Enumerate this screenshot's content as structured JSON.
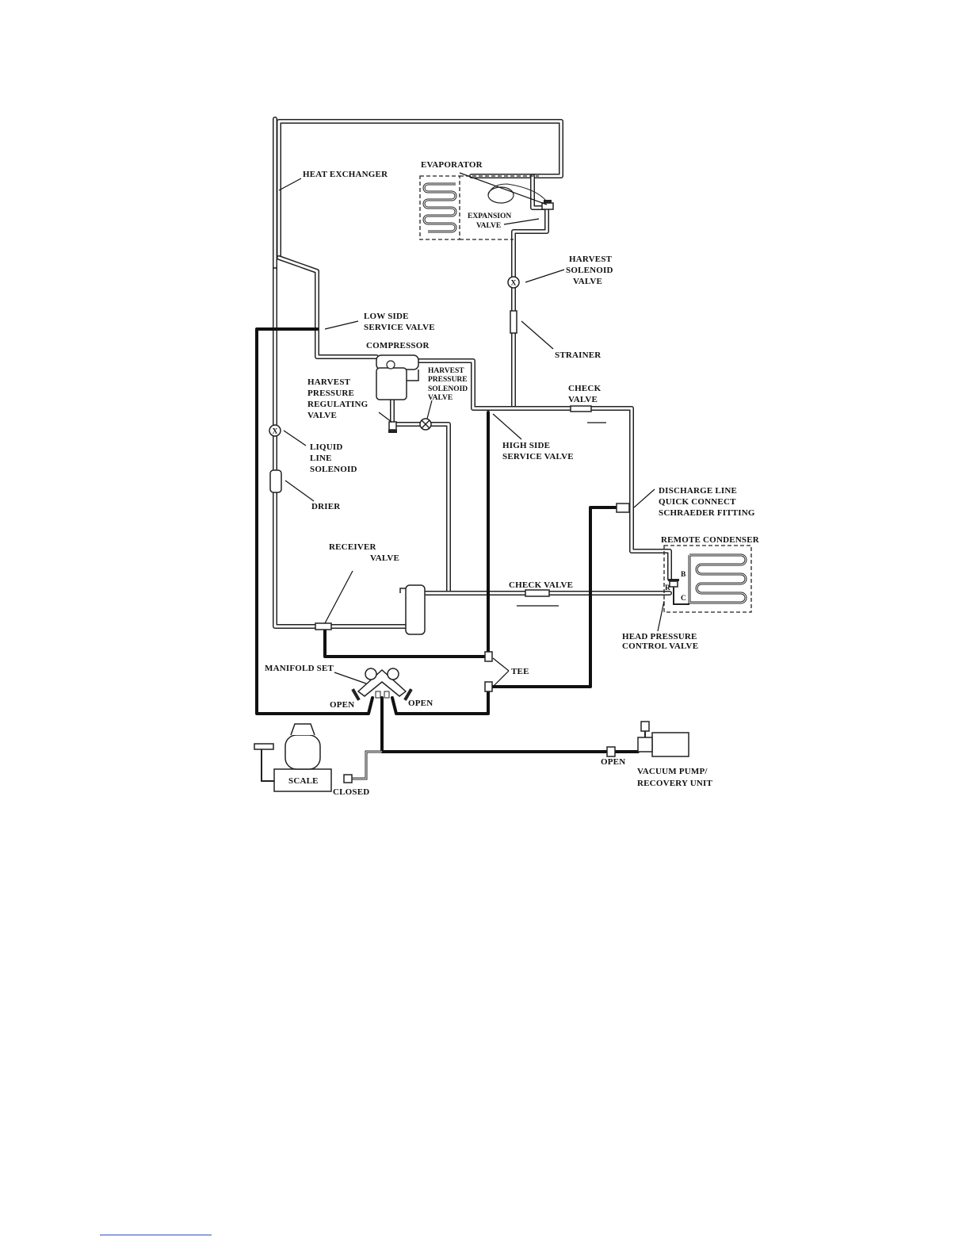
{
  "labels": {
    "heat_exchanger": "HEAT EXCHANGER",
    "evaporator": "EVAPORATOR",
    "expansion_valve_1": "EXPANSION",
    "expansion_valve_2": "VALVE",
    "harvest_solenoid_1": "HARVEST",
    "harvest_solenoid_2": "SOLENOID",
    "harvest_solenoid_3": "VALVE",
    "low_side_1": "LOW SIDE",
    "low_side_2": "SERVICE VALVE",
    "compressor": "COMPRESSOR",
    "strainer": "STRAINER",
    "hps_solenoid_1": "HARVEST",
    "hps_solenoid_2": "PRESSURE",
    "hps_solenoid_3": "SOLENOID",
    "hps_solenoid_4": "VALVE",
    "hpr_valve_1": "HARVEST",
    "hpr_valve_2": "PRESSURE",
    "hpr_valve_3": "REGULATING",
    "hpr_valve_4": "VALVE",
    "check_valve_top_1": "CHECK",
    "check_valve_top_2": "VALVE",
    "high_side_1": "HIGH SIDE",
    "high_side_2": "SERVICE VALVE",
    "liquid_line_1": "LIQUID",
    "liquid_line_2": "LINE",
    "liquid_line_3": "SOLENOID",
    "discharge_1": "DISCHARGE LINE",
    "discharge_2": "QUICK CONNECT",
    "discharge_3": "SCHRAEDER FITTING",
    "drier": "DRIER",
    "remote_condenser": "REMOTE CONDENSER",
    "receiver_1": "RECEIVER",
    "receiver_2": "VALVE",
    "check_valve_mid": "CHECK VALVE",
    "port_b": "B",
    "port_r": "R",
    "port_c": "C",
    "head_pressure_1": "HEAD PRESSURE",
    "head_pressure_2": "CONTROL VALVE",
    "manifold_set": "MANIFOLD SET",
    "tee": "TEE",
    "open_left": "OPEN",
    "open_right": "OPEN",
    "open_pump": "OPEN",
    "vacuum_1": "VACUUM PUMP/",
    "vacuum_2": "RECOVERY UNIT",
    "scale": "SCALE",
    "closed": "CLOSED",
    "solenoid_mark_top": "X",
    "solenoid_mark_left": "X"
  },
  "colors": {
    "pipe": "#222222",
    "hose": "#111111",
    "footer_link": "#2b4fc9"
  }
}
